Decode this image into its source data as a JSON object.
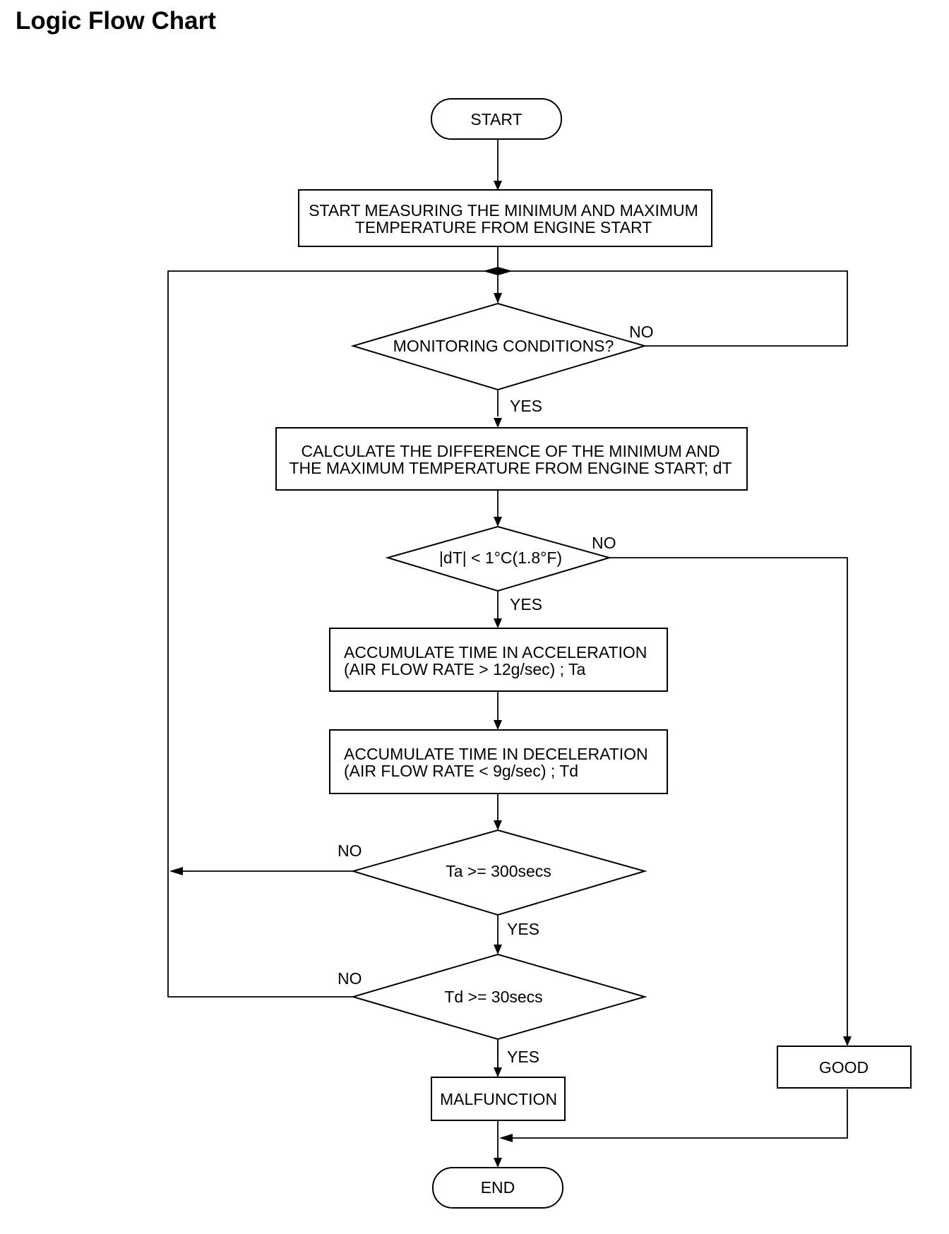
{
  "title": "Logic Flow Chart",
  "nodes": {
    "start": "START",
    "measure": [
      "START MEASURING THE MINIMUM AND MAXIMUM",
      "TEMPERATURE FROM ENGINE START"
    ],
    "monitoring": "MONITORING CONDITIONS?",
    "calculate": [
      "CALCULATE THE DIFFERENCE OF THE MINIMUM AND",
      "THE MAXIMUM TEMPERATURE FROM ENGINE START; dT"
    ],
    "dt_check": "|dT| < 1°C(1.8°F)",
    "accel": [
      "ACCUMULATE TIME IN ACCELERATION",
      "(AIR FLOW RATE > 12g/sec) ; Ta"
    ],
    "decel": [
      "ACCUMULATE TIME IN DECELERATION",
      "(AIR FLOW RATE < 9g/sec) ; Td"
    ],
    "ta_check": "Ta >= 300secs",
    "td_check": "Td >= 30secs",
    "malfunction": "MALFUNCTION",
    "good": "GOOD",
    "end": "END"
  },
  "labels": {
    "yes": "YES",
    "no": "NO"
  }
}
